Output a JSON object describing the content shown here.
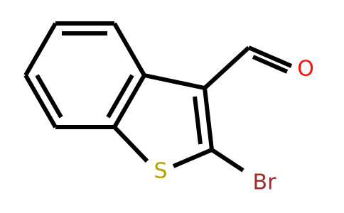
{
  "molecule": {
    "atoms": [
      {
        "id": "O",
        "label": "O",
        "color": "#ff0d0d"
      },
      {
        "id": "S",
        "label": "S",
        "color": "#b5a300"
      },
      {
        "id": "Br",
        "label": "Br",
        "color": "#a62929"
      }
    ],
    "bond_color": "#000000"
  }
}
